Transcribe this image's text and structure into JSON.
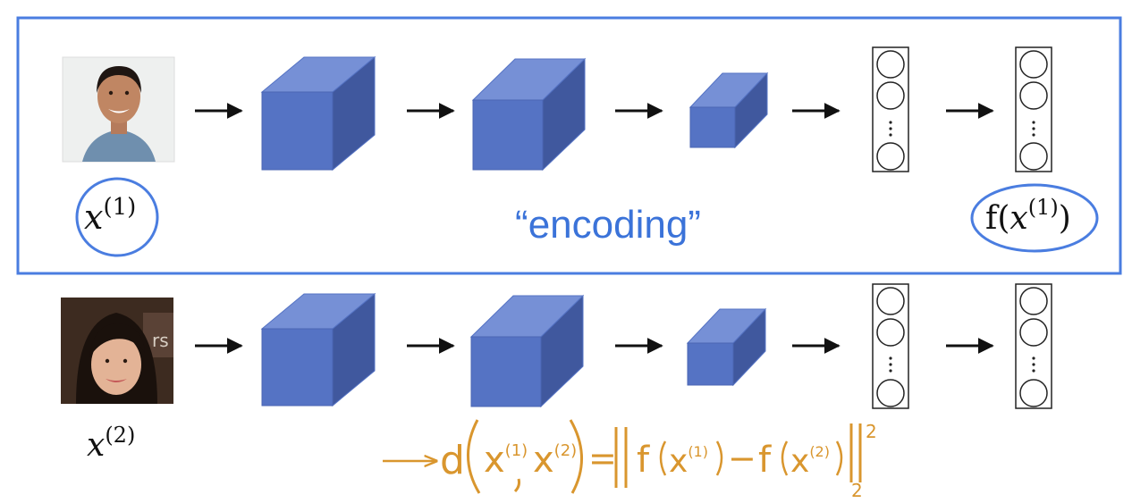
{
  "colors": {
    "frame": "#4a7de0",
    "cube_front": "#5573c4",
    "cube_top": "#7690d6",
    "cube_side": "#40589e",
    "encoding_text": "#3b73d9",
    "handwriting": "#d9962e"
  },
  "labels": {
    "x1": "x",
    "x1_sup": "(1)",
    "x2": "x",
    "x2_sup": "(2)",
    "encoding": "“encoding”",
    "f_open": "f(",
    "f_x": "x",
    "f_sup": "(1)",
    "f_close": ")"
  },
  "formula": {
    "d": "d",
    "x": "x",
    "sup1": "(1)",
    "sup2": "(2)",
    "equals": "=",
    "f": "f",
    "minus": "−",
    "norm_sub": "2",
    "norm_sup": "2"
  },
  "pipeline_rows": [
    {
      "input": "face-photo-1",
      "stages": [
        "conv-volume",
        "conv-volume",
        "conv-volume-small",
        "fc-vector",
        "encoding-vector"
      ]
    },
    {
      "input": "face-photo-2",
      "stages": [
        "conv-volume",
        "conv-volume",
        "conv-volume-small",
        "fc-vector",
        "encoding-vector"
      ]
    }
  ]
}
